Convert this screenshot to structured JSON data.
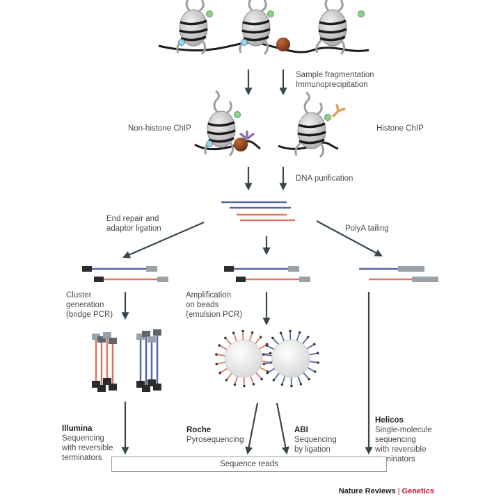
{
  "labels": {
    "step1": "Sample fragmentation\nImmunoprecipitation",
    "non_histone": "Non-histone ChIP",
    "histone": "Histone ChIP",
    "dna_purification": "DNA purification",
    "end_repair": "End repair and\nadaptor ligation",
    "polya": "PolyA tailing",
    "cluster": "Cluster\ngeneration\n(bridge PCR)",
    "amplification": "Amplification\non beads\n(emulsion PCR)"
  },
  "platforms": [
    {
      "name": "Illumina",
      "desc": "Sequencing\nwith reversible\nterminators"
    },
    {
      "name": "Roche",
      "desc": "Pyrosequencing"
    },
    {
      "name": "ABI",
      "desc": "Sequencing\nby ligation"
    },
    {
      "name": "Helicos",
      "desc": "Single-molecule\nsequencing\nwith reversible\nterminators"
    }
  ],
  "output": "Sequence reads",
  "credit": {
    "publisher": "Nature Reviews",
    "separator": "|",
    "journal": "Genetics"
  },
  "colors": {
    "arrow": "#37474f",
    "dna": "#1a1a1a",
    "blue_strand": "#5567a0",
    "red_strand": "#d9785f",
    "bead_orange": "#d9785f",
    "bead_blue": "#5567a0",
    "nucleosome": "#bdbdbd",
    "brown_protein": "#8b4a22",
    "antibody_purple": "#8a72b5",
    "antibody_orange": "#e0a15a",
    "mark_green": "#8fd18a",
    "mark_blue": "#9fd0ea"
  }
}
